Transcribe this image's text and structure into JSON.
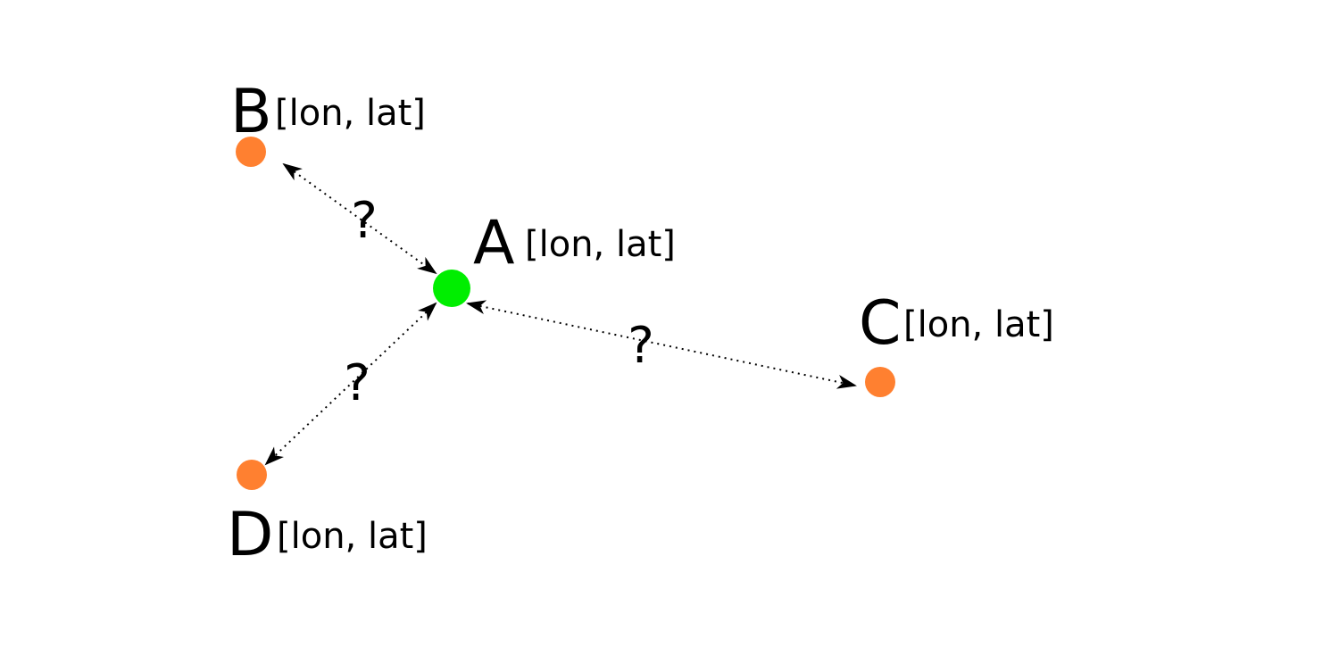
{
  "points": {
    "A": {
      "letter": "A",
      "coords": "[lon, lat]",
      "color": "#00ee00"
    },
    "B": {
      "letter": "B",
      "coords": "[lon, lat]",
      "color": "#ff8030"
    },
    "C": {
      "letter": "C",
      "coords": "[lon, lat]",
      "color": "#ff8030"
    },
    "D": {
      "letter": "D",
      "coords": "[lon, lat]",
      "color": "#ff8030"
    }
  },
  "edges": [
    {
      "from": "A",
      "to": "B",
      "label": "?"
    },
    {
      "from": "A",
      "to": "C",
      "label": "?"
    },
    {
      "from": "A",
      "to": "D",
      "label": "?"
    }
  ]
}
